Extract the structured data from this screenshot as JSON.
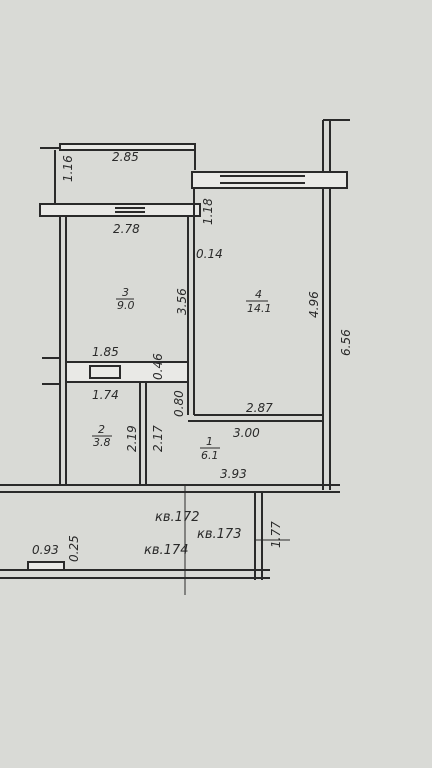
{
  "colors": {
    "paper": "#d9dad6",
    "ink": "#2a2a2a",
    "wall_fill": "#e9e9e6"
  },
  "rooms": [
    {
      "number": "1",
      "area": "6.1"
    },
    {
      "number": "2",
      "area": "3.8"
    },
    {
      "number": "3",
      "area": "9.0"
    },
    {
      "number": "4",
      "area": "14.1"
    }
  ],
  "dimensions": {
    "balcony_width": "2.85",
    "balcony_depth": "1.16",
    "room3_width": "2.78",
    "room3_depth": "3.56",
    "room4_offset": "1.18",
    "room4_gap": "0.14",
    "room4_depth": "4.96",
    "room4_width": "2.87",
    "total_depth": "6.56",
    "room2_top_width": "1.85",
    "wall_046": "0.46",
    "room2_width": "1.74",
    "wall_080": "0.80",
    "room2_depth": "2.19",
    "hall_depth": "2.17",
    "hall_width_upper": "3.00",
    "hall_width_lower": "3.93",
    "corridor_extra": "1.77",
    "niche_width": "0.93",
    "niche_depth": "0.25"
  },
  "units": [
    "кв.172",
    "кв.173",
    "кв.174"
  ]
}
